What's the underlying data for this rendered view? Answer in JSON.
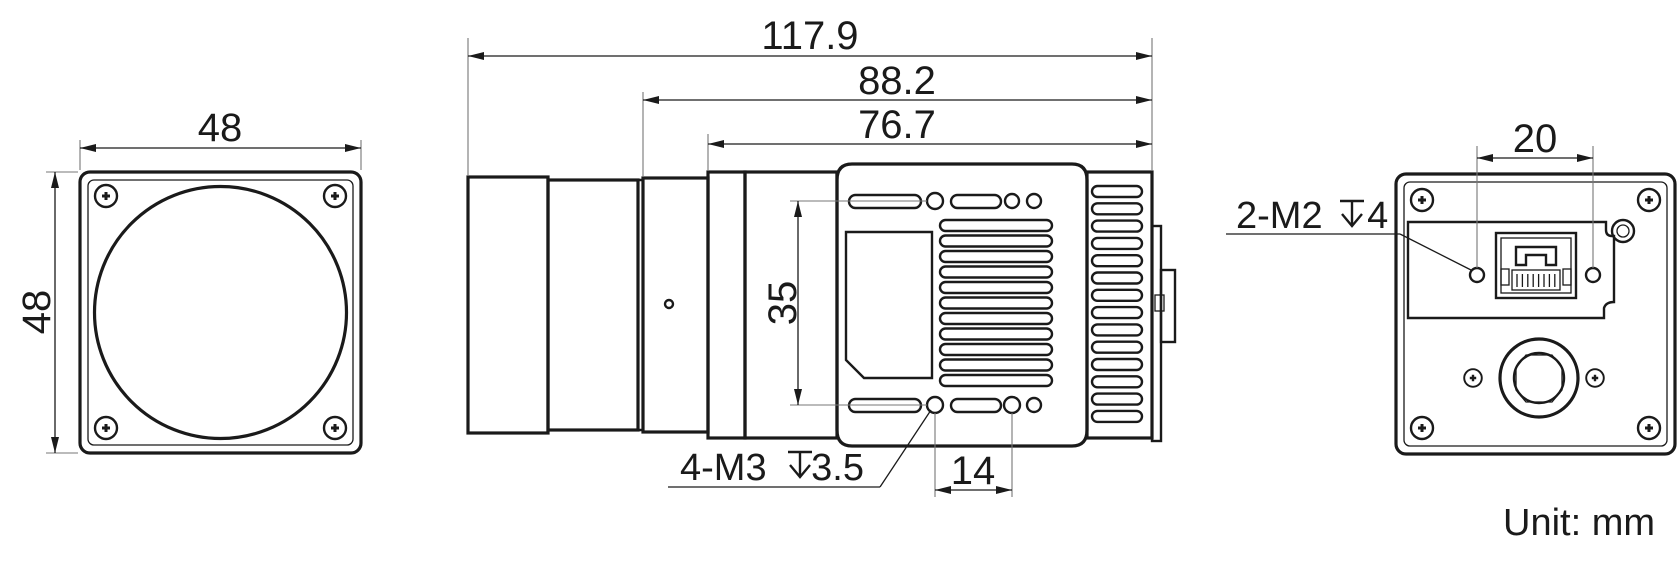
{
  "drawing": {
    "front_view": {
      "width_dim": "48",
      "height_dim": "48"
    },
    "side_view": {
      "overall_length_dim": "117.9",
      "body_length_dim": "88.2",
      "housing_length_dim": "76.7",
      "hole_spacing_vertical_dim": "35",
      "hole_spacing_horizontal_dim": "14",
      "mount_hole_note_prefix": "4-M3 ",
      "mount_hole_note_depth": "3.5"
    },
    "rear_view": {
      "hole_spacing_dim": "20",
      "hole_note_prefix": "2-M2 ",
      "hole_note_depth": "4"
    },
    "unit_label": "Unit: mm"
  },
  "colors": {
    "line": "#1a1a1a",
    "extension": "#777777",
    "background": "#ffffff"
  }
}
